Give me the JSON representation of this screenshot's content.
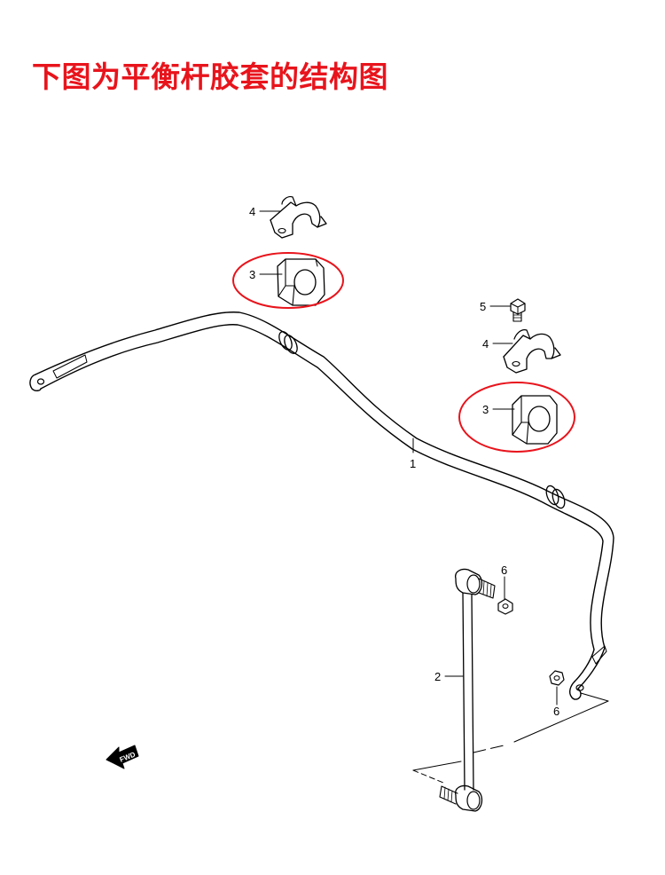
{
  "heading": "下图为平衡杆胶套的结构图",
  "colors": {
    "heading": "#e8141c",
    "highlight_circle": "#e8141c",
    "line_art": "#000000"
  },
  "callouts": {
    "stabilizer_bar": "1",
    "stabilizer_link": "2",
    "bushing_upper": "3",
    "bushing_lower": "3",
    "bracket_upper": "4",
    "bracket_lower": "4",
    "bolt": "5",
    "nut_upper": "6",
    "nut_lower": "6"
  },
  "direction_badge": "FWD"
}
